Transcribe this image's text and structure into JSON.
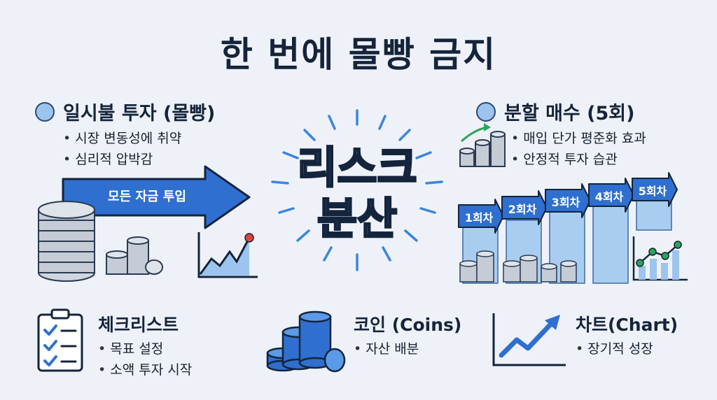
{
  "title": "한 번에 몰빵 금지",
  "left": {
    "heading": "일시불 투자 (몰빵)",
    "bullets": [
      "시장 변동성에 취약",
      "심리적 압박감"
    ],
    "arrow_label": "모든 자금 투입"
  },
  "center": {
    "line1": "리스크",
    "line2": "분산"
  },
  "right": {
    "heading": "분할 매수 (5회)",
    "bullets": [
      "매입 단가 평준화 효과",
      "안정적 투자 습관"
    ],
    "steps": [
      "1회차",
      "2회차",
      "3회차",
      "4회차",
      "5회차"
    ]
  },
  "bottom": {
    "checklist": {
      "heading": "체크리스트",
      "bullets": [
        "목표 설정",
        "소액 투자 시작"
      ]
    },
    "coins": {
      "heading": "코인 (Coins)",
      "bullets": [
        "자산 배분"
      ]
    },
    "chart": {
      "heading": "차트(Chart)",
      "bullets": [
        "장기적 성장"
      ]
    }
  },
  "colors": {
    "navy": "#15243b",
    "arrow_blue": "#2f6fcf",
    "light_blue": "#9cc4ee",
    "accent_red": "#e0423a",
    "accent_green": "#2fa35a"
  },
  "icons": [
    "coin-stack-icon",
    "line-chart-icon",
    "checklist-icon",
    "trend-arrow-icon",
    "burst-icon"
  ]
}
